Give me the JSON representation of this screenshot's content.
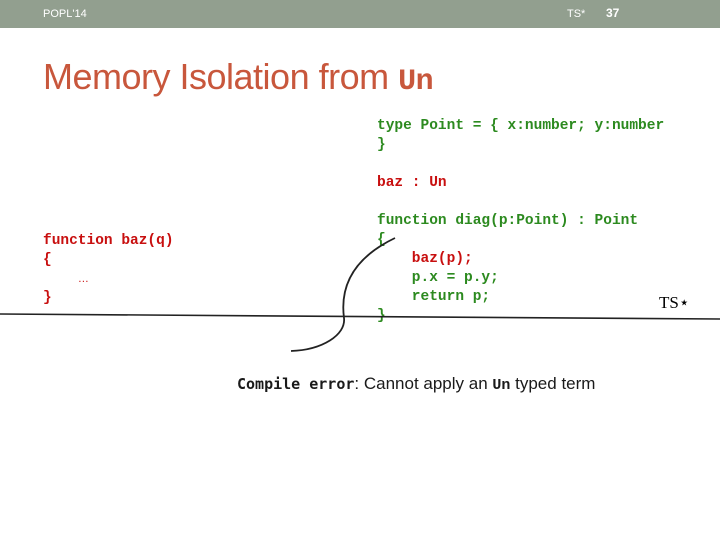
{
  "header": {
    "conference": "POPL'14",
    "ts": "TS*",
    "page_number": "37"
  },
  "title": {
    "text": "Memory Isolation from ",
    "code": "Un"
  },
  "right_code": {
    "line1": "type Point = { x:number; y:number",
    "line2": "}",
    "line3": "baz : Un",
    "line4": "function diag(p:Point) : Point",
    "line5": "{",
    "line6": "    baz(p);",
    "line7": "    p.x = p.y;",
    "line8": "    return p;",
    "line9": "}"
  },
  "left_code": {
    "line1": "function baz(q)",
    "line2": "{",
    "line3": "…",
    "line4": "}"
  },
  "boundary_label": "TS⋆",
  "compile_message": {
    "error_label": "Compile error",
    "before": ": Cannot apply an ",
    "un": "Un",
    "after": " typed term"
  },
  "colors": {
    "header_bar": "#929f8f",
    "title": "#c8573c",
    "green_code": "#2c8a1f",
    "red_code": "#c80f0f"
  }
}
